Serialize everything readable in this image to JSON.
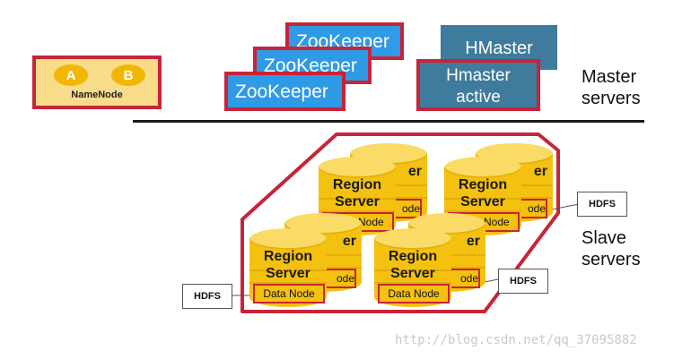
{
  "namenode": {
    "oval_a": "A",
    "oval_b": "B",
    "label": "NameNode"
  },
  "zookeeper": {
    "labels": [
      "ZooKeeper",
      "ZooKeeper",
      "ZooKeeper"
    ]
  },
  "hmaster": {
    "standby_label": "HMaster",
    "active_line1": "Hmaster",
    "active_line2": "active"
  },
  "sections": {
    "master_line1": "Master",
    "master_line2": "servers",
    "slave_line1": "Slave",
    "slave_line2": "servers"
  },
  "region_server": {
    "title_line1": "Region",
    "title_line2": "Server",
    "data_node": "Data Node",
    "partial_title": "er",
    "partial_node": "ode"
  },
  "hdfs": {
    "label": "HDFS"
  },
  "watermark": "http://blog.csdn.net/qq_37095882",
  "colors": {
    "accent_red": "#c7243a",
    "zookeeper_blue": "#2f9ae5",
    "hmaster_slate": "#3f7b9c",
    "region_yellow": "#f4c10f",
    "namenode_cream": "#f8dc8a"
  }
}
